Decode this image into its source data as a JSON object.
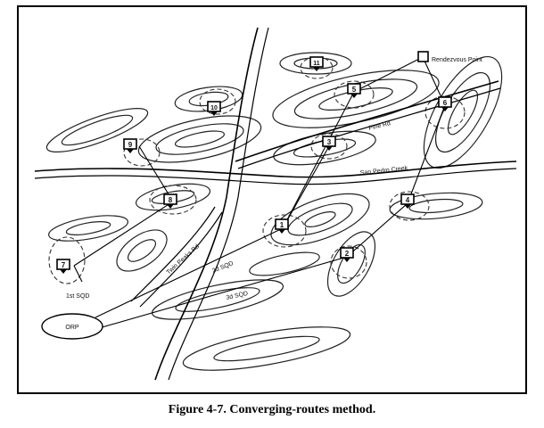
{
  "caption": "Figure 4-7. Converging-routes method.",
  "labels": {
    "rendezvous": "Rendezvous Point",
    "pine_rd": "Pine Rd",
    "san_pedro_creek": "San Pedro Creek",
    "twin_peaks_rd": "Twin Peaks Rd",
    "route_1st": "1st SQD",
    "route_2d": "2d SQD",
    "route_3d": "3d SQD",
    "orp": "ORP"
  },
  "checkpoints": [
    {
      "id": "1",
      "label": "1"
    },
    {
      "id": "2",
      "label": "2"
    },
    {
      "id": "3",
      "label": "3"
    },
    {
      "id": "4",
      "label": "4"
    },
    {
      "id": "5",
      "label": "5"
    },
    {
      "id": "6",
      "label": "6"
    },
    {
      "id": "7",
      "label": "7"
    },
    {
      "id": "8",
      "label": "8"
    },
    {
      "id": "9",
      "label": "9"
    },
    {
      "id": "10",
      "label": "10"
    },
    {
      "id": "11",
      "label": "11"
    }
  ]
}
